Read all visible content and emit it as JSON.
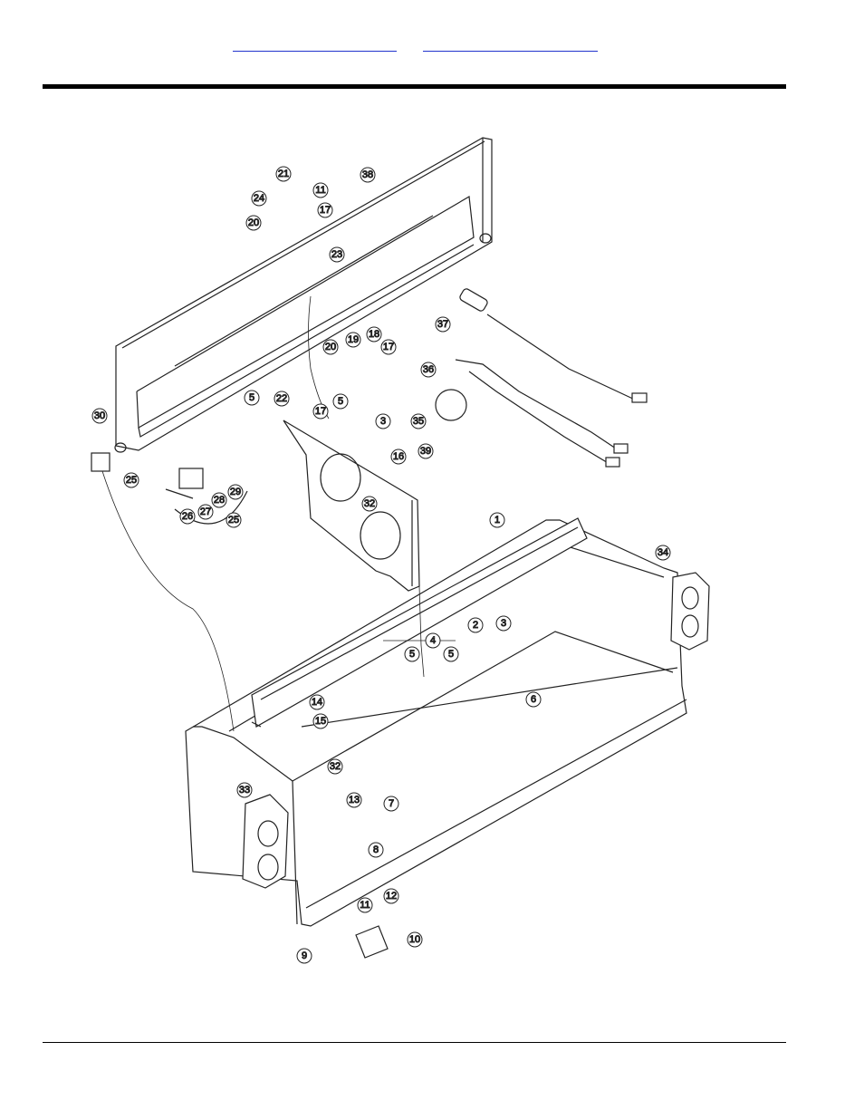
{
  "header": {
    "links": [
      {
        "text": ""
      },
      {
        "text": ""
      }
    ]
  },
  "diagram": {
    "callouts": [
      "1",
      "2",
      "3",
      "3",
      "4",
      "5",
      "5",
      "5",
      "5",
      "6",
      "7",
      "8",
      "9",
      "10",
      "11",
      "11",
      "12",
      "13",
      "14",
      "15",
      "16",
      "17",
      "17",
      "17",
      "18",
      "19",
      "20",
      "20",
      "21",
      "22",
      "23",
      "24",
      "25",
      "25",
      "26",
      "27",
      "28",
      "29",
      "30",
      "32",
      "32",
      "33",
      "34",
      "35",
      "36",
      "37",
      "38",
      "39"
    ]
  }
}
